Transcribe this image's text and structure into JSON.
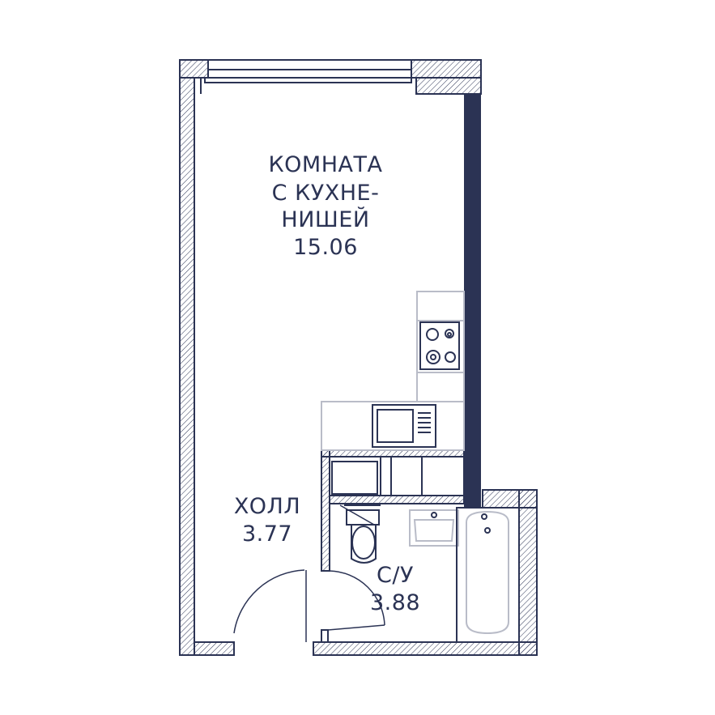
{
  "colors": {
    "wall": "#2b3354",
    "fixture": "#b9bcc8",
    "hatch": "#2b3354",
    "background": "#ffffff"
  },
  "rooms": {
    "living": {
      "line1": "КОМНАТА",
      "line2": "С КУХНЕ-",
      "line3": "НИШЕЙ",
      "area": "15.06"
    },
    "hall": {
      "name": "ХОЛЛ",
      "area": "3.77"
    },
    "bathroom": {
      "name": "С/У",
      "area": "3.88"
    }
  },
  "fixtures": [
    "window-icon",
    "stove-icon",
    "microwave-icon",
    "toilet-icon",
    "sink-icon",
    "bathtub-icon",
    "door-icon"
  ]
}
